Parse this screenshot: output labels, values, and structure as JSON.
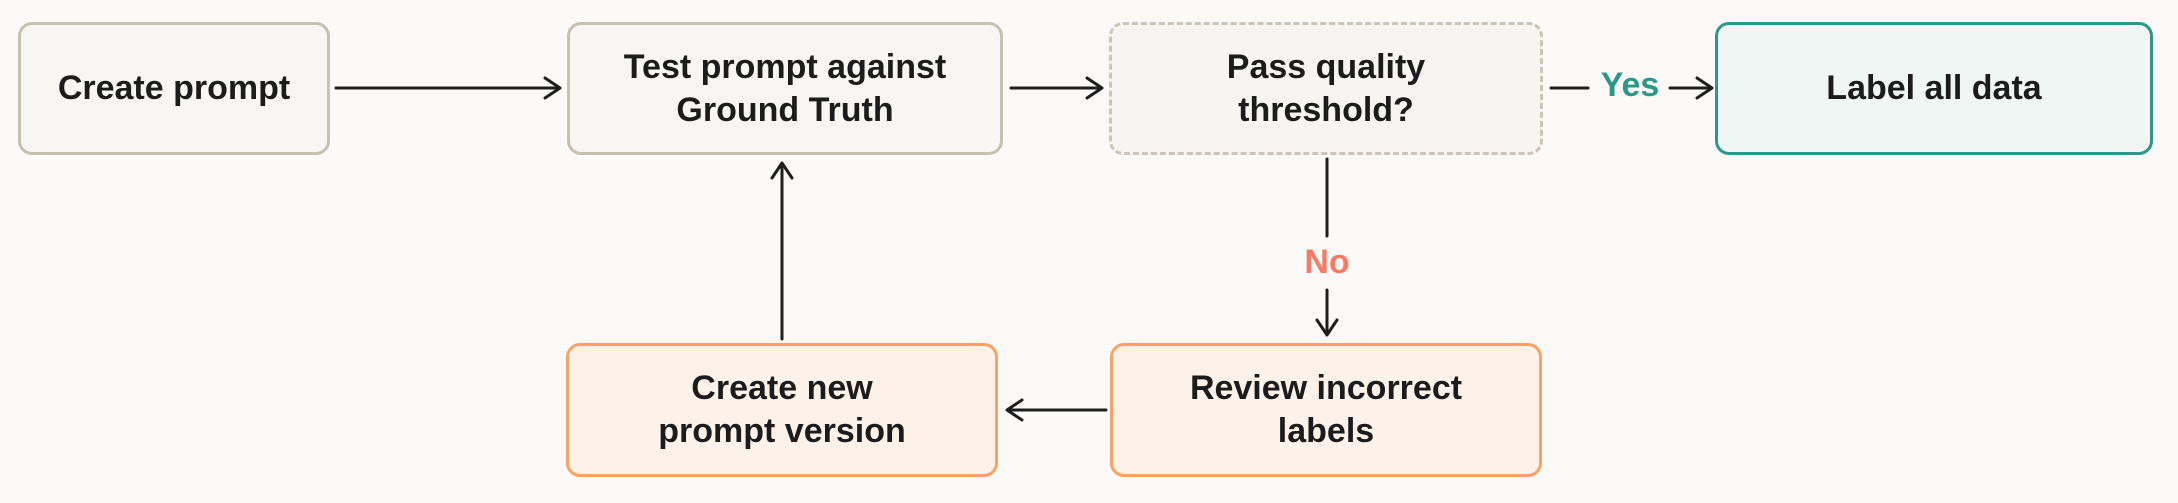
{
  "diagram": {
    "type": "flowchart",
    "nodes": [
      {
        "id": "create-prompt",
        "label": "Create prompt",
        "lines": [
          "Create prompt"
        ],
        "style": "neutral"
      },
      {
        "id": "test-prompt",
        "label": "Test prompt against Ground Truth",
        "lines": [
          "Test prompt against",
          "Ground Truth"
        ],
        "style": "neutral"
      },
      {
        "id": "pass-threshold",
        "label": "Pass quality threshold?",
        "lines": [
          "Pass quality",
          "threshold?"
        ],
        "style": "decision"
      },
      {
        "id": "label-all-data",
        "label": "Label all data",
        "lines": [
          "Label all data"
        ],
        "style": "success"
      },
      {
        "id": "create-new-prompt-version",
        "label": "Create new prompt version",
        "lines": [
          "Create new",
          "prompt version"
        ],
        "style": "revision"
      },
      {
        "id": "review-incorrect-labels",
        "label": "Review incorrect labels",
        "lines": [
          "Review incorrect",
          "labels"
        ],
        "style": "revision"
      }
    ],
    "edges": [
      {
        "from": "create-prompt",
        "to": "test-prompt",
        "label": ""
      },
      {
        "from": "test-prompt",
        "to": "pass-threshold",
        "label": ""
      },
      {
        "from": "pass-threshold",
        "to": "label-all-data",
        "label": "Yes"
      },
      {
        "from": "pass-threshold",
        "to": "review-incorrect-labels",
        "label": "No"
      },
      {
        "from": "review-incorrect-labels",
        "to": "create-new-prompt-version",
        "label": ""
      },
      {
        "from": "create-new-prompt-version",
        "to": "test-prompt",
        "label": ""
      }
    ],
    "colors": {
      "background": "#FBFAF8",
      "neutral_fill": "#F7F6F2",
      "neutral_border": "#C7C1B2",
      "decision_fill": "#F6F5F1",
      "decision_border": "#CCC5B8",
      "success_fill": "#EFF6F4",
      "success_border": "#2E9788",
      "revision_fill": "#FDF2EA",
      "revision_border": "#F6A364",
      "arrow": "#1E1E1E",
      "yes_label": "#2E9788",
      "no_label": "#F97B63",
      "text": "#1C1C1C"
    }
  }
}
